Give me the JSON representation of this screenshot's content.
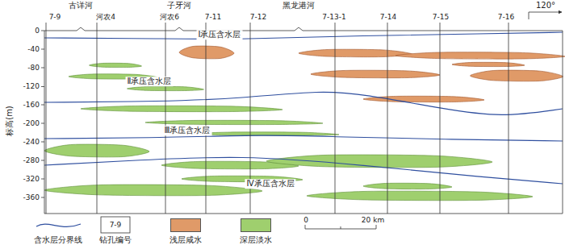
{
  "diagram": {
    "labels": [
      "古详河",
      "子牙河",
      "黑龙港河",
      "120°",
      "7-9",
      "河农4",
      "河农6",
      "7-11",
      "7-12",
      "7-13-1",
      "7-14",
      "7-15",
      "7-16",
      "Ⅰ承压含水层",
      "Ⅱ承压含水层",
      "Ⅲ承压含水层",
      "Ⅳ承压含水层",
      "0",
      "-40",
      "-80",
      "-120",
      "-160",
      "-200",
      "-240",
      "-280",
      "-320",
      "-360",
      "标高(m)",
      "7-9",
      "0",
      "20 km"
    ],
    "legend": [
      {
        "text": "含水层分界线"
      },
      {
        "text": "钻孔编号"
      },
      {
        "text": "浅层咸水",
        "color": "#e09a68"
      },
      {
        "text": "深层淡水",
        "color": "#9fcf6e"
      }
    ]
  }
}
